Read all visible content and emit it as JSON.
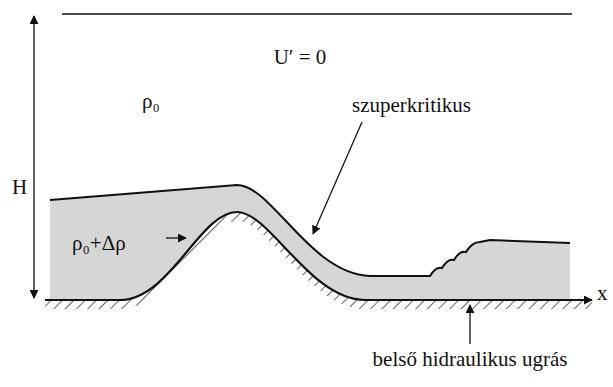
{
  "diagram": {
    "labels": [
      "U′ = 0",
      "ρ₀",
      "H",
      "ρ₀+Δρ",
      "szuperkritikus",
      "belső hidraulikus ugrás",
      "x"
    ]
  }
}
